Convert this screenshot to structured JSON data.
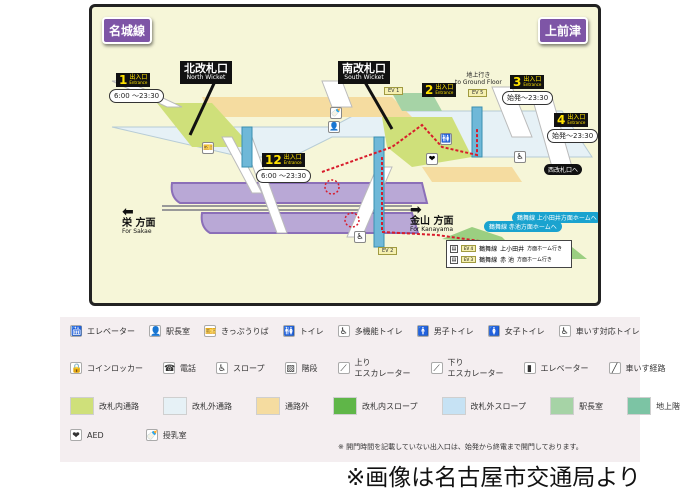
{
  "map": {
    "line_name": "名城線",
    "station_name": "上前津",
    "north_wicket": {
      "jp": "北改札口",
      "en": "North Wicket"
    },
    "south_wicket": {
      "jp": "南改札口",
      "en": "South Wicket"
    },
    "exits": [
      {
        "num": "1",
        "label_jp": "出入口",
        "label_en": "Entrance",
        "hours": "6:00 〜23:30"
      },
      {
        "num": "12",
        "label_jp": "出入口",
        "label_en": "Entrance",
        "hours": "6:00 〜23:30"
      },
      {
        "num": "2",
        "label_jp": "出入口",
        "label_en": "Entrance",
        "hours": ""
      },
      {
        "num": "3",
        "label_jp": "出入口",
        "label_en": "Entrance",
        "hours": "始発〜23:30"
      },
      {
        "num": "4",
        "label_jp": "出入口",
        "label_en": "Entrance",
        "hours": "始発〜23:30"
      }
    ],
    "ground_floor": {
      "jp": "地上行き",
      "en": "to Ground Floor"
    },
    "elevators": [
      "EV 1",
      "EV 2",
      "EV 5"
    ],
    "direction_sakae": {
      "jp": "栄 方面",
      "en": "For Sakae"
    },
    "direction_kanayama": {
      "jp": "金山 方面",
      "en": "For Kanayama"
    },
    "to_west_wicket": "西改札口へ",
    "tsurumai_kamiotai": "鶴舞線 上小田井方面ホームへ",
    "tsurumai_akaike": "鶴舞線 赤池方面ホームへ",
    "ev_box": [
      {
        "tag": "EV 4",
        "line": "鶴舞線",
        "dest": "上小田井",
        "suffix": "方面ホーム行き"
      },
      {
        "tag": "EV 3",
        "line": "鶴舞線",
        "dest": "赤 池",
        "suffix": "方面ホーム行き"
      }
    ]
  },
  "legend": {
    "row1": [
      {
        "icon": "elevator-icon",
        "glyph": "🛗",
        "label": "エレベーター"
      },
      {
        "icon": "station-master-icon",
        "glyph": "👤",
        "label": "駅長室"
      },
      {
        "icon": "ticket-icon",
        "glyph": "🎫",
        "label": "きっぷうりば"
      },
      {
        "icon": "toilet-icon",
        "glyph": "🚻",
        "label": "トイレ"
      },
      {
        "icon": "multipurpose-toilet-icon",
        "glyph": "♿",
        "label": "多機能トイレ"
      },
      {
        "icon": "mens-toilet-icon",
        "glyph": "🚹",
        "label": "男子トイレ"
      },
      {
        "icon": "womens-toilet-icon",
        "glyph": "🚺",
        "label": "女子トイレ"
      },
      {
        "icon": "wheelchair-toilet-icon",
        "glyph": "♿",
        "label": "車いす対応トイレ"
      }
    ],
    "row2": [
      {
        "icon": "coin-locker-icon",
        "glyph": "🔒",
        "label": "コインロッカー"
      },
      {
        "icon": "phone-icon",
        "glyph": "☎",
        "label": "電話"
      },
      {
        "icon": "slope-icon",
        "glyph": "♿",
        "label": "スロープ"
      },
      {
        "icon": "stairs-icon",
        "glyph": "▨",
        "label": "階段"
      },
      {
        "icon": "up-escalator-icon",
        "glyph": "⟋",
        "label": "上り\nエスカレーター"
      },
      {
        "icon": "down-escalator-icon",
        "glyph": "⟋",
        "label": "下り\nエスカレーター"
      },
      {
        "icon": "elevator-shaft-icon",
        "glyph": "▮",
        "label": "エレベーター"
      },
      {
        "icon": "wheelchair-route-icon",
        "glyph": "╱",
        "label": "車いす経路"
      }
    ],
    "row3": [
      {
        "color": "#cfe07a",
        "label": "改札内通路"
      },
      {
        "color": "#e6f1f6",
        "label": "改札外通路"
      },
      {
        "color": "#f5dca0",
        "label": "通路外"
      },
      {
        "color": "#5fb648",
        "label": "改札内スロープ"
      },
      {
        "color": "#c6e2f4",
        "label": "改札外スロープ"
      },
      {
        "color": "#a6d3a6",
        "label": "駅長室"
      },
      {
        "color": "#7cc4a4",
        "label": "地上階"
      }
    ],
    "row4": [
      {
        "icon": "aed-icon",
        "glyph": "❤",
        "label": "AED"
      },
      {
        "icon": "nursing-room-icon",
        "glyph": "🍼",
        "label": "授乳室"
      }
    ],
    "note": "※ 開門時間を記載していない出入口は、始発から終電まで開門しております。"
  },
  "credit": "※画像は名古屋市交通局より"
}
